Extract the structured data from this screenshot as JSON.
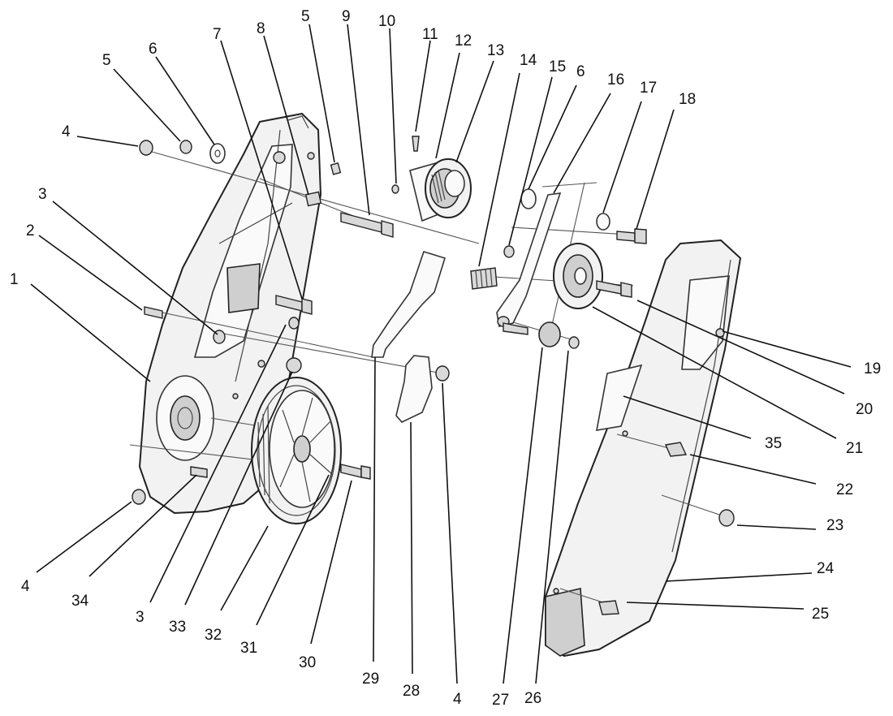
{
  "callouts": [
    {
      "id": "c1",
      "text": "1"
    },
    {
      "id": "c2",
      "text": "2"
    },
    {
      "id": "c3a",
      "text": "3"
    },
    {
      "id": "c3b",
      "text": "3"
    },
    {
      "id": "c4a",
      "text": "4"
    },
    {
      "id": "c4b",
      "text": "4"
    },
    {
      "id": "c4c",
      "text": "4"
    },
    {
      "id": "c5a",
      "text": "5"
    },
    {
      "id": "c5b",
      "text": "5"
    },
    {
      "id": "c6a",
      "text": "6"
    },
    {
      "id": "c6b",
      "text": "6"
    },
    {
      "id": "c7",
      "text": "7"
    },
    {
      "id": "c8",
      "text": "8"
    },
    {
      "id": "c9",
      "text": "9"
    },
    {
      "id": "c10",
      "text": "10"
    },
    {
      "id": "c11",
      "text": "11"
    },
    {
      "id": "c12",
      "text": "12"
    },
    {
      "id": "c13",
      "text": "13"
    },
    {
      "id": "c14",
      "text": "14"
    },
    {
      "id": "c15",
      "text": "15"
    },
    {
      "id": "c16",
      "text": "16"
    },
    {
      "id": "c17",
      "text": "17"
    },
    {
      "id": "c18",
      "text": "18"
    },
    {
      "id": "c19",
      "text": "19"
    },
    {
      "id": "c20",
      "text": "20"
    },
    {
      "id": "c21",
      "text": "21"
    },
    {
      "id": "c22",
      "text": "22"
    },
    {
      "id": "c23",
      "text": "23"
    },
    {
      "id": "c24",
      "text": "24"
    },
    {
      "id": "c25",
      "text": "25"
    },
    {
      "id": "c26",
      "text": "26"
    },
    {
      "id": "c27",
      "text": "27"
    },
    {
      "id": "c28",
      "text": "28"
    },
    {
      "id": "c29",
      "text": "29"
    },
    {
      "id": "c30",
      "text": "30"
    },
    {
      "id": "c31",
      "text": "31"
    },
    {
      "id": "c32",
      "text": "32"
    },
    {
      "id": "c33",
      "text": "33"
    },
    {
      "id": "c34",
      "text": "34"
    },
    {
      "id": "c35",
      "text": "35"
    }
  ]
}
